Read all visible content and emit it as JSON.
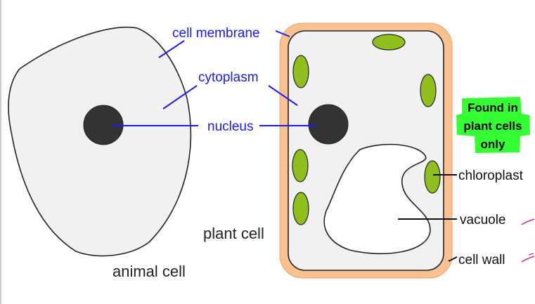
{
  "labels": {
    "cell_membrane": "cell membrane",
    "cytoplasm": "cytoplasm",
    "nucleus": "nucleus",
    "chloroplast": "chloroplast",
    "vacuole": "vacuole",
    "cell_wall": "cell wall",
    "animal_cell": "animal cell",
    "plant_cell": "plant cell"
  },
  "note": {
    "line1": "Found in",
    "line2": "plant cells",
    "line3": "only"
  },
  "colors": {
    "label_blue": "#1a1aff",
    "cytoplasm_fill": "#f1f1f1",
    "nucleus_fill": "#333333",
    "cell_wall_fill": "#f9c090",
    "chloroplast_fill": "#8fbf1c",
    "highlight_green": "#33ff33",
    "annotation_pink": "#cc3399"
  }
}
